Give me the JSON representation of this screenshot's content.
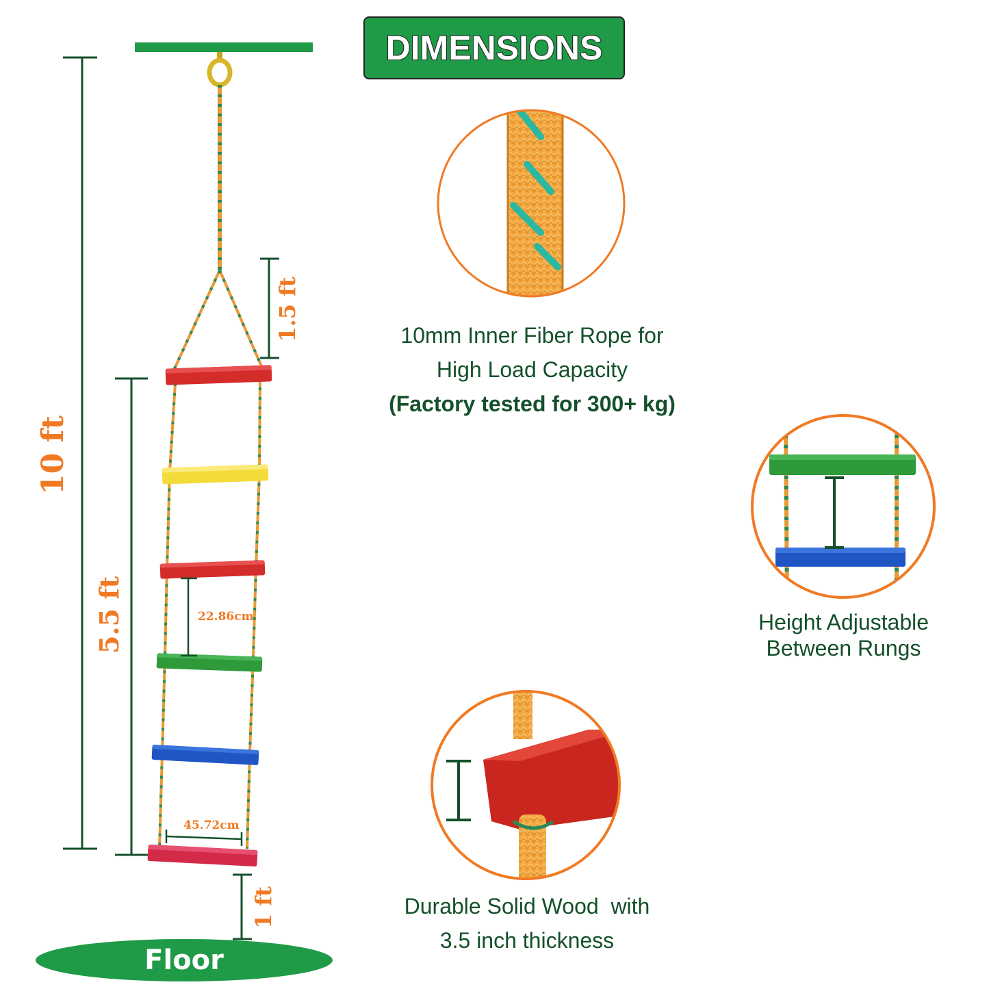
{
  "header": {
    "title": "DIMENSIONS"
  },
  "dimensions": {
    "total_height": "10 ft",
    "triangle_height": "1.5 ft",
    "ladder_height": "5.5 ft",
    "floor_gap": "1 ft",
    "rung_spacing": "22.86cm",
    "rung_width": "45.72cm"
  },
  "floor": {
    "label": "Floor"
  },
  "features": {
    "rope": {
      "line1": "10mm Inner Fiber Rope for",
      "line2": "High Load Capacity",
      "line3": "(Factory tested for 300+ kg)"
    },
    "adjustable": {
      "line1": "Height Adjustable",
      "line2": "Between Rungs"
    },
    "wood": {
      "line1": "Durable Solid Wood  with",
      "line2": "3.5 inch thickness"
    }
  },
  "colors": {
    "brand_green": "#1f9a47",
    "dark_green": "#14502a",
    "accent_orange": "#f07a24",
    "rung_red": "#d42b2b",
    "rung_yellow": "#f3dc3a",
    "rung_green": "#2e9a3a",
    "rung_blue": "#1f56c4"
  }
}
